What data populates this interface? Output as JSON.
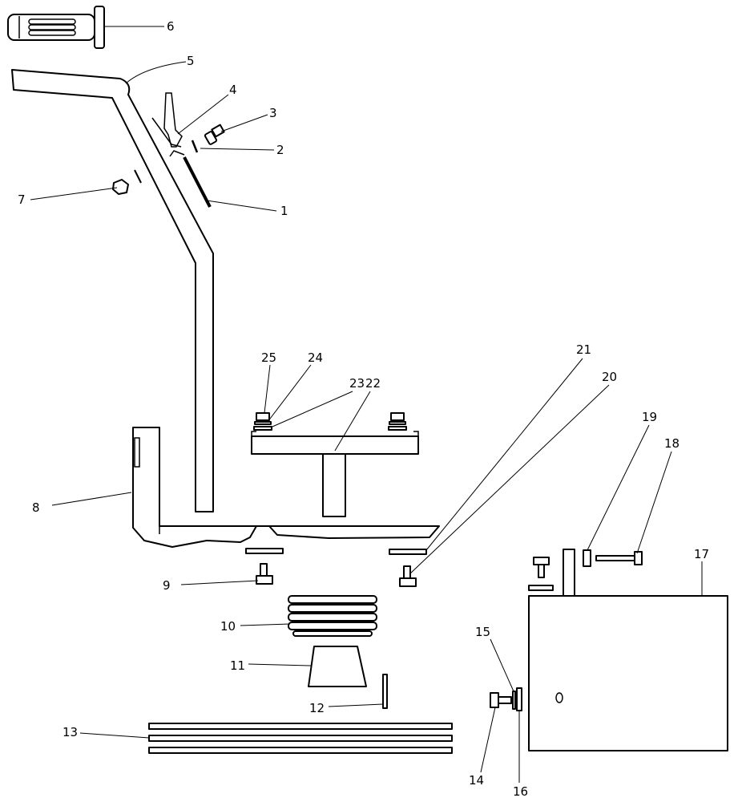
{
  "callouts": [
    {
      "id": "1",
      "label": "1"
    },
    {
      "id": "2",
      "label": "2"
    },
    {
      "id": "3",
      "label": "3"
    },
    {
      "id": "4",
      "label": "4"
    },
    {
      "id": "5",
      "label": "5"
    },
    {
      "id": "6",
      "label": "6"
    },
    {
      "id": "7",
      "label": "7"
    },
    {
      "id": "8",
      "label": "8"
    },
    {
      "id": "9",
      "label": "9"
    },
    {
      "id": "10",
      "label": "10"
    },
    {
      "id": "11",
      "label": "11"
    },
    {
      "id": "12",
      "label": "12"
    },
    {
      "id": "13",
      "label": "13"
    },
    {
      "id": "14",
      "label": "14"
    },
    {
      "id": "15",
      "label": "15"
    },
    {
      "id": "16",
      "label": "16"
    },
    {
      "id": "17",
      "label": "17"
    },
    {
      "id": "18",
      "label": "18"
    },
    {
      "id": "19",
      "label": "19"
    },
    {
      "id": "20",
      "label": "20"
    },
    {
      "id": "21",
      "label": "21"
    },
    {
      "id": "22",
      "label": "22"
    },
    {
      "id": "23",
      "label": "23"
    },
    {
      "id": "24",
      "label": "24"
    },
    {
      "id": "25",
      "label": "25"
    }
  ],
  "colors": {
    "line": "#000000",
    "background": "#ffffff"
  }
}
